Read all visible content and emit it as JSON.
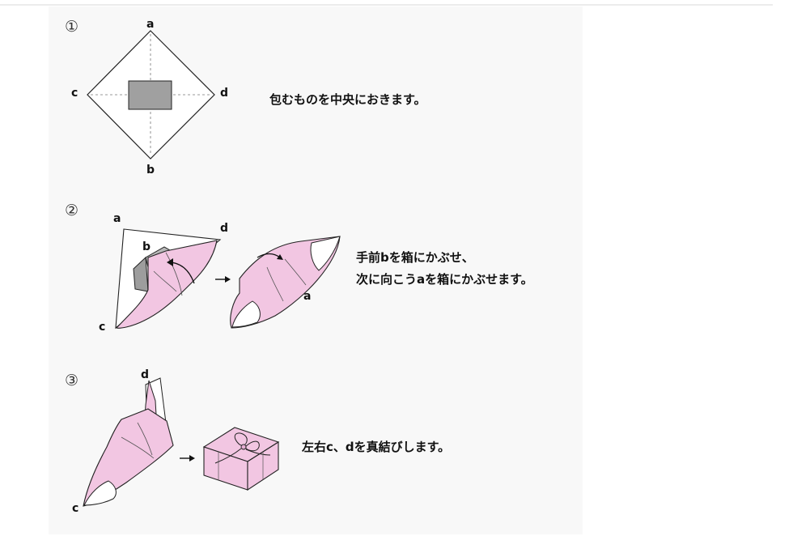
{
  "steps": [
    {
      "number": "①",
      "labels": {
        "a": "a",
        "b": "b",
        "c": "c",
        "d": "d"
      },
      "text": "包むものを中央におきます。"
    },
    {
      "number": "②",
      "labels": {
        "a_top": "a",
        "b": "b",
        "c": "c",
        "d": "d",
        "a_right": "a"
      },
      "text_lines": [
        "手前bを箱にかぶせ、",
        "次に向こうaを箱にかぶせます。"
      ]
    },
    {
      "number": "③",
      "labels": {
        "d": "d",
        "c": "c"
      },
      "text": "左右c、dを真結びします。"
    }
  ],
  "colors": {
    "cloth": "#f2c6e2",
    "outline": "#222222",
    "box_gray": "#a0a0a0",
    "panel": "#f8f8f8"
  }
}
